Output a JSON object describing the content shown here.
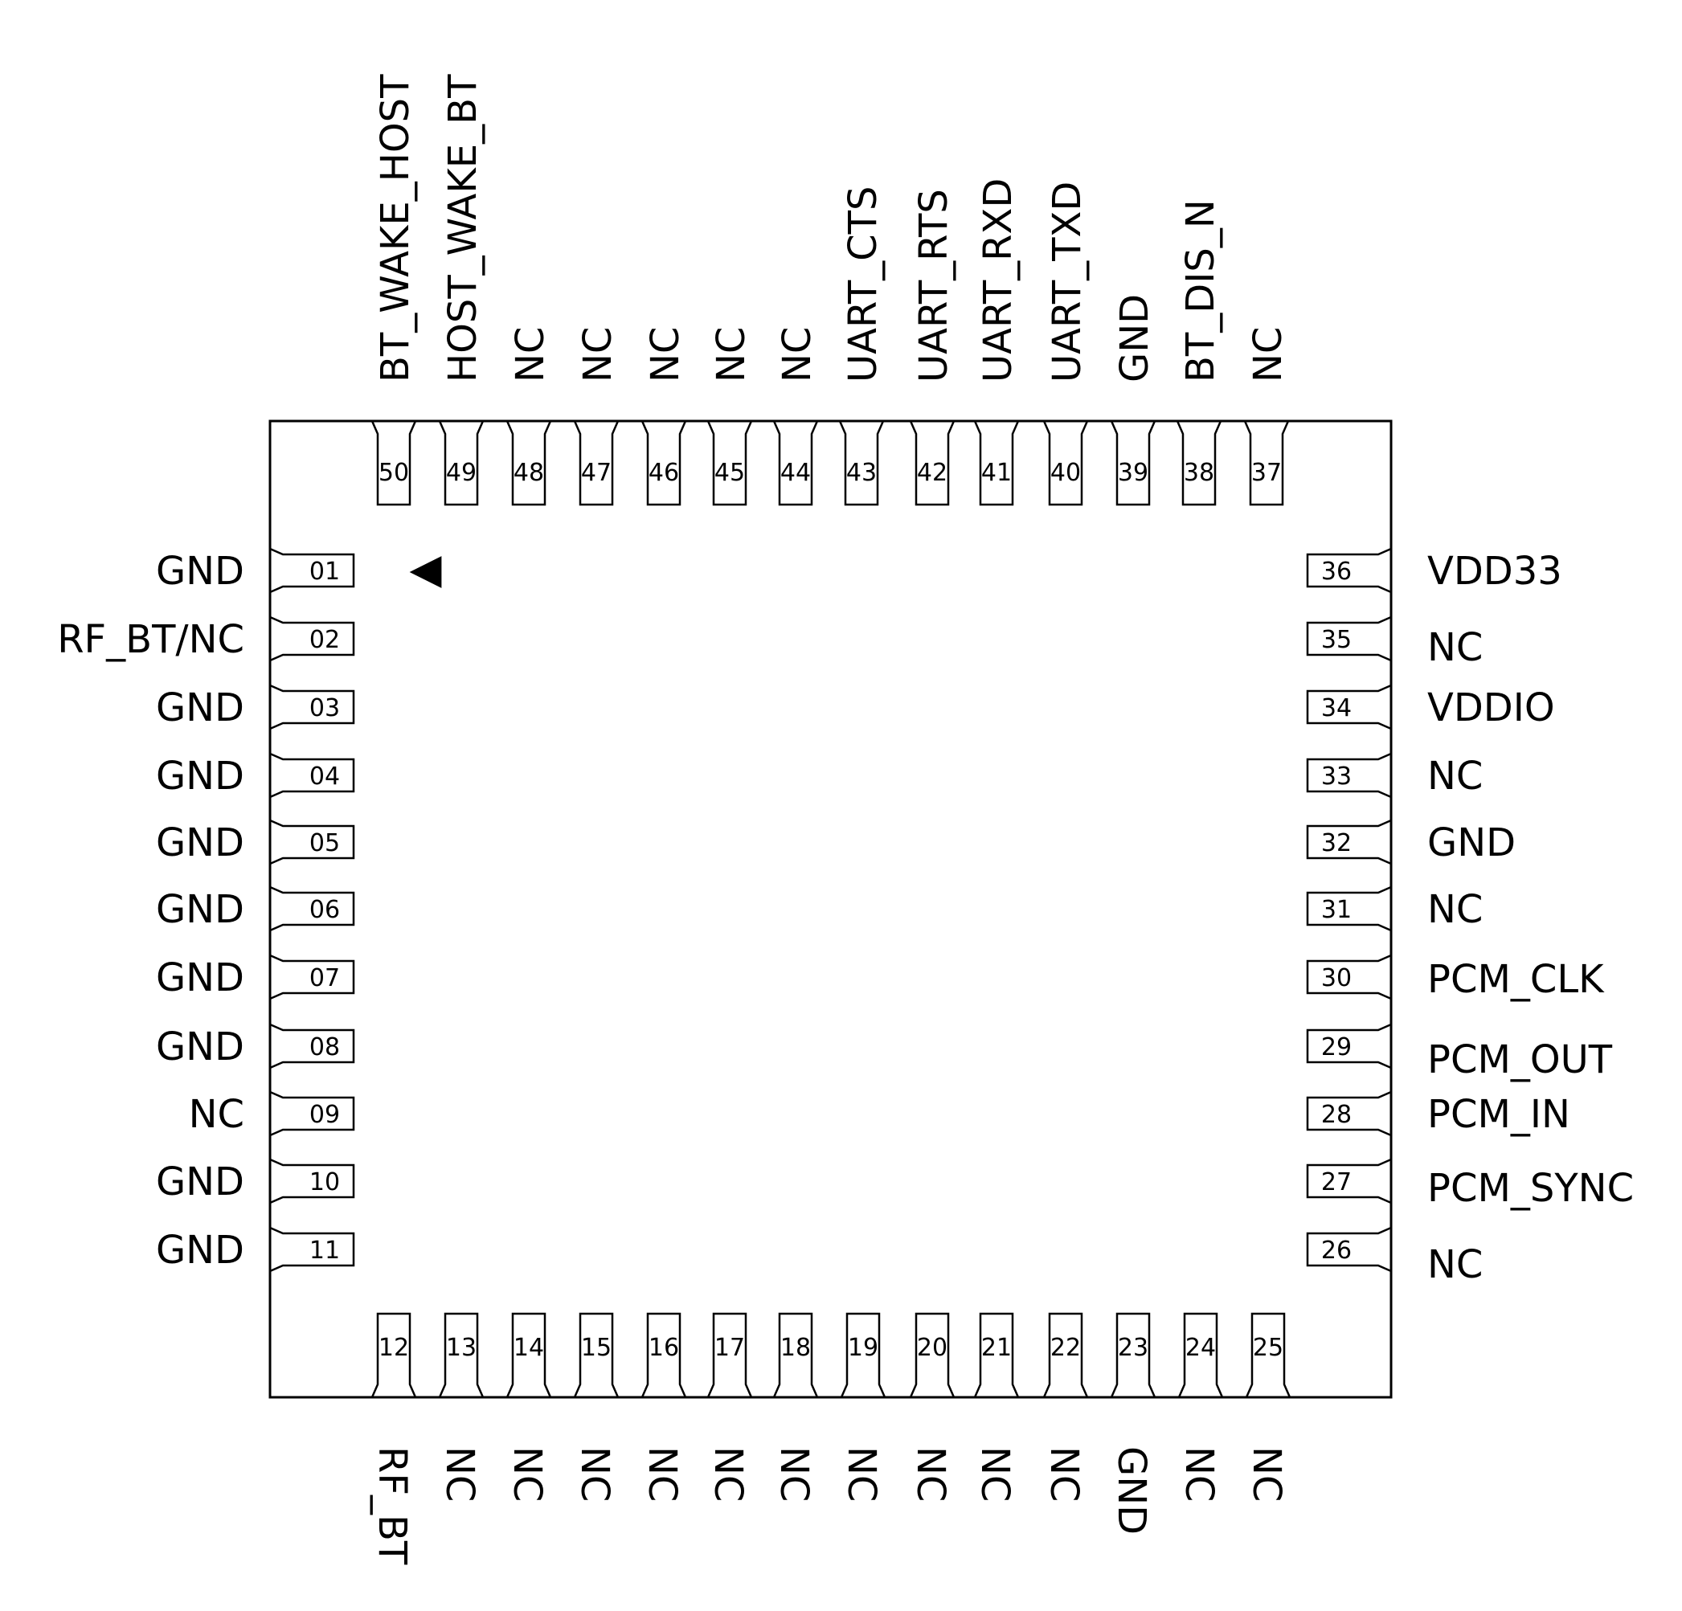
{
  "orientation_marker": "triangle-pin1-indicator",
  "pins": {
    "left": [
      {
        "num": "01",
        "label": "GND"
      },
      {
        "num": "02",
        "label": "RF_BT/NC"
      },
      {
        "num": "03",
        "label": "GND"
      },
      {
        "num": "04",
        "label": "GND"
      },
      {
        "num": "05",
        "label": "GND"
      },
      {
        "num": "06",
        "label": "GND"
      },
      {
        "num": "07",
        "label": "GND"
      },
      {
        "num": "08",
        "label": "GND"
      },
      {
        "num": "09",
        "label": "NC"
      },
      {
        "num": "10",
        "label": "GND"
      },
      {
        "num": "11",
        "label": "GND"
      }
    ],
    "bottom": [
      {
        "num": "12",
        "label": "RF_BT"
      },
      {
        "num": "13",
        "label": "NC"
      },
      {
        "num": "14",
        "label": "NC"
      },
      {
        "num": "15",
        "label": "NC"
      },
      {
        "num": "16",
        "label": "NC"
      },
      {
        "num": "17",
        "label": "NC"
      },
      {
        "num": "18",
        "label": "NC"
      },
      {
        "num": "19",
        "label": "NC"
      },
      {
        "num": "20",
        "label": "NC"
      },
      {
        "num": "21",
        "label": "NC"
      },
      {
        "num": "22",
        "label": "NC"
      },
      {
        "num": "23",
        "label": "GND"
      },
      {
        "num": "24",
        "label": "NC"
      },
      {
        "num": "25",
        "label": "NC"
      }
    ],
    "right": [
      {
        "num": "36",
        "label": "VDD33"
      },
      {
        "num": "35",
        "label": "NC"
      },
      {
        "num": "34",
        "label": "VDDIO"
      },
      {
        "num": "33",
        "label": "NC"
      },
      {
        "num": "32",
        "label": "GND"
      },
      {
        "num": "31",
        "label": "NC"
      },
      {
        "num": "30",
        "label": "PCM_CLK"
      },
      {
        "num": "29",
        "label": "PCM_OUT"
      },
      {
        "num": "28",
        "label": "PCM_IN"
      },
      {
        "num": "27",
        "label": "PCM_SYNC"
      },
      {
        "num": "26",
        "label": "NC"
      }
    ],
    "top": [
      {
        "num": "50",
        "label": "BT_WAKE_HOST"
      },
      {
        "num": "49",
        "label": "HOST_WAKE_BT"
      },
      {
        "num": "48",
        "label": "NC"
      },
      {
        "num": "47",
        "label": "NC"
      },
      {
        "num": "46",
        "label": "NC"
      },
      {
        "num": "45",
        "label": "NC"
      },
      {
        "num": "44",
        "label": "NC"
      },
      {
        "num": "43",
        "label": "UART_CTS"
      },
      {
        "num": "42",
        "label": "UART_RTS"
      },
      {
        "num": "41",
        "label": "UART_RXD"
      },
      {
        "num": "40",
        "label": "UART_TXD"
      },
      {
        "num": "39",
        "label": "GND"
      },
      {
        "num": "38",
        "label": "BT_DIS_N"
      },
      {
        "num": "37",
        "label": "NC"
      }
    ]
  }
}
